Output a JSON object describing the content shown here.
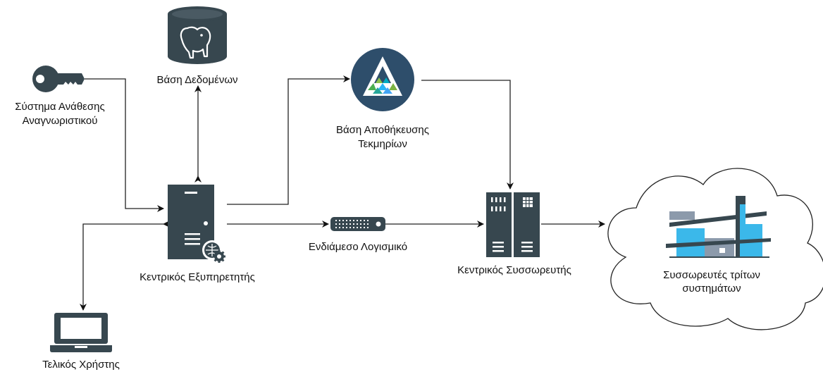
{
  "nodes": {
    "database": {
      "label": "Βάση Δεδομένων",
      "icon": "postgresql-database-icon"
    },
    "id_system": {
      "label_line1": "Σύστημα Ανάθεσης",
      "label_line2": "Αναγνωριστικού",
      "icon": "key-icon"
    },
    "archive": {
      "label_line1": "Βάση Αποθήκευσης",
      "label_line2": "Τεκμηρίων",
      "icon": "archive-logo-icon"
    },
    "server": {
      "label": "Κεντρικός Εξυπηρετητής",
      "icon": "server-gear-icon"
    },
    "middleware": {
      "label": "Ενδιάμεσο Λογισμικό",
      "icon": "network-switch-icon"
    },
    "aggregator": {
      "label": "Κεντρικός Συσσωρευτής",
      "icon": "server-rack-icon"
    },
    "third_party": {
      "label_line1": "Συσσωρευτές τρίτων",
      "label_line2": "συστημάτων",
      "icon": "cloud-building-icon"
    },
    "end_user": {
      "label": "Τελικός Χρήστης",
      "icon": "laptop-icon"
    }
  },
  "colors": {
    "icon_dark": "#37474F",
    "archive_circle": "#2E4E6B",
    "building_blue": "#3BB8EA",
    "building_gray": "#8C9AAB",
    "edge": "#222222"
  }
}
